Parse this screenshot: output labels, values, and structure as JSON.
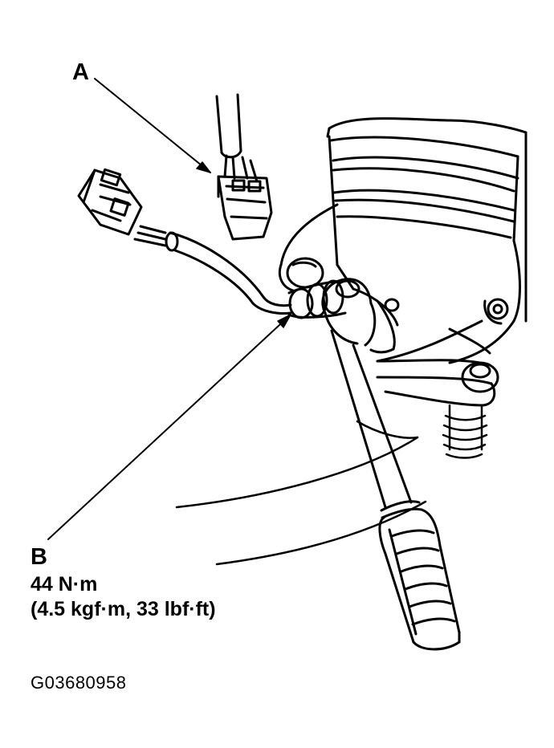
{
  "callouts": {
    "a": {
      "letter": "A"
    },
    "b": {
      "letter": "B",
      "torque_metric": "44 N·m",
      "torque_alt": "(4.5 kgf·m, 33 lbf·ft)"
    }
  },
  "figure_code": "G03680958",
  "colors": {
    "ink": "#000000",
    "paper": "#ffffff"
  }
}
